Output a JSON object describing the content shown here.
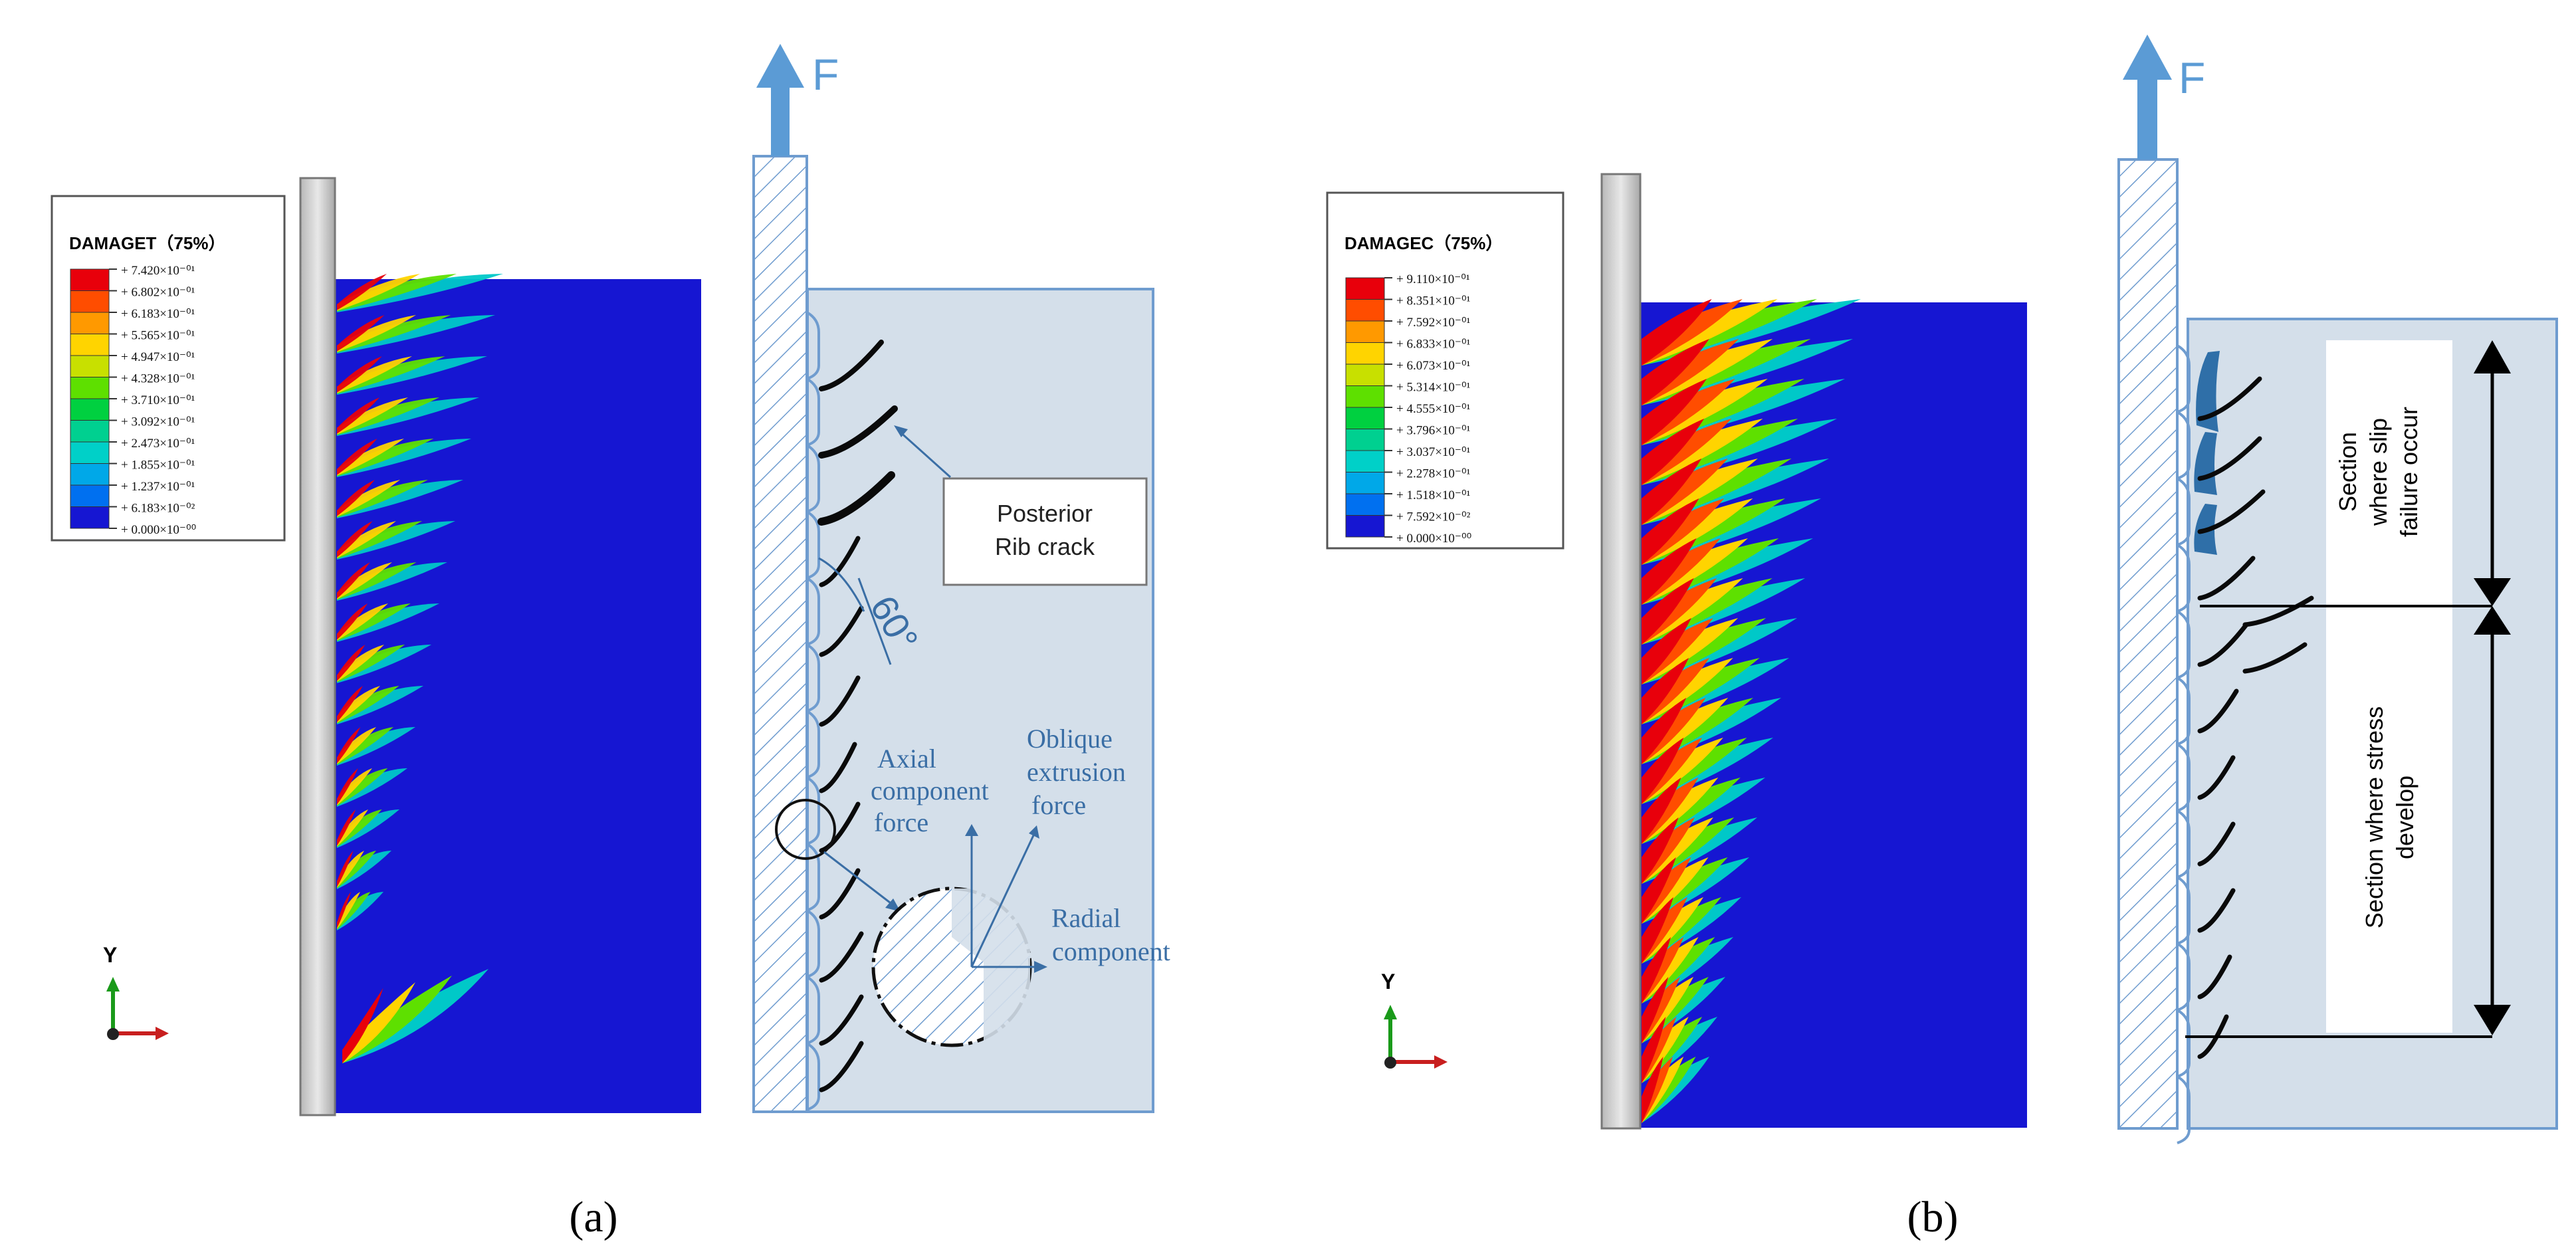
{
  "colors": {
    "blue": "#1616d2",
    "panel": "#d4dfea",
    "panel_border": "#6f9ccf",
    "arrow": "#5b9bd5",
    "annotation": "#3a6ea5",
    "crack": "#0a0a0a",
    "steel": "#cfcfcf"
  },
  "panel_a": {
    "legend_title": "DAMAGET（75%）",
    "legend_values": [
      "+ 7.420×10⁻⁰¹",
      "+ 6.802×10⁻⁰¹",
      "+ 6.183×10⁻⁰¹",
      "+ 5.565×10⁻⁰¹",
      "+ 4.947×10⁻⁰¹",
      "+ 4.328×10⁻⁰¹",
      "+ 3.710×10⁻⁰¹",
      "+ 3.092×10⁻⁰¹",
      "+ 2.473×10⁻⁰¹",
      "+ 1.855×10⁻⁰¹",
      "+ 1.237×10⁻⁰¹",
      "+ 6.183×10⁻⁰²",
      "+ 0.000×10⁻⁰⁰"
    ],
    "axis_label": "Y",
    "force_label": "F",
    "callout": [
      "Posterior",
      "Rib crack"
    ],
    "angle_label": "60°",
    "axial_label": [
      "Axial",
      "component",
      "force"
    ],
    "oblique_label": [
      "Oblique",
      "extrusion",
      "force"
    ],
    "radial_label": [
      "Radial",
      "component"
    ],
    "caption": "(a)"
  },
  "panel_b": {
    "legend_title": "DAMAGEC（75%）",
    "legend_values": [
      "+ 9.110×10⁻⁰¹",
      "+ 8.351×10⁻⁰¹",
      "+ 7.592×10⁻⁰¹",
      "+ 6.833×10⁻⁰¹",
      "+ 6.073×10⁻⁰¹",
      "+ 5.314×10⁻⁰¹",
      "+ 4.555×10⁻⁰¹",
      "+ 3.796×10⁻⁰¹",
      "+ 3.037×10⁻⁰¹",
      "+ 2.278×10⁻⁰¹",
      "+ 1.518×10⁻⁰¹",
      "+ 7.592×10⁻⁰²",
      "+ 0.000×10⁻⁰⁰"
    ],
    "axis_label": "Y",
    "force_label": "F",
    "slip_label": [
      "Section",
      "where slip",
      "failure occur"
    ],
    "stress_label": [
      "Section where stress",
      "develop"
    ],
    "caption": "(b)"
  },
  "legend_colors": [
    "#e8000b",
    "#ff4d00",
    "#ff9900",
    "#ffd400",
    "#c8e000",
    "#5ee000",
    "#00d040",
    "#00d090",
    "#00d0c8",
    "#00a8e8",
    "#0070f0",
    "#1616d2"
  ]
}
